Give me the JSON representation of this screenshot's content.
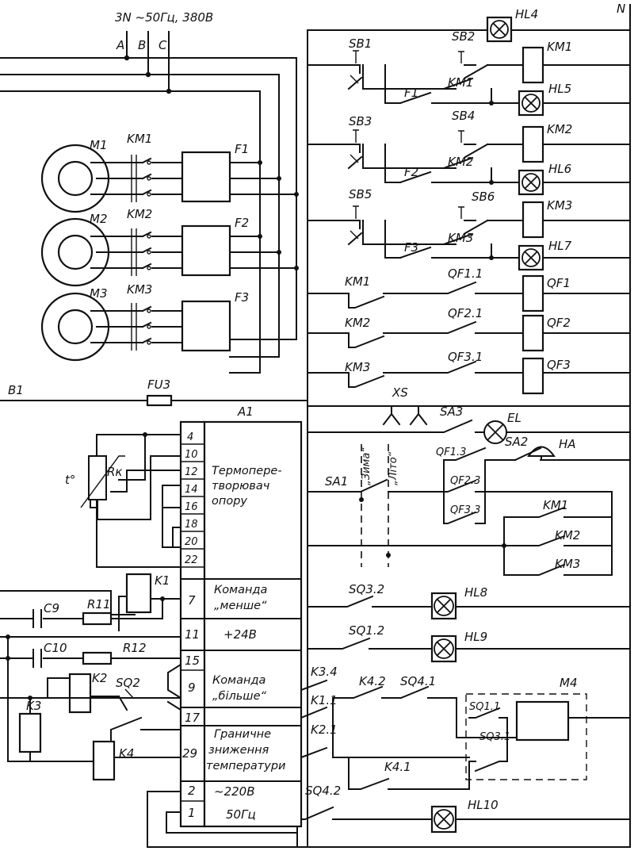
{
  "supply": {
    "spec": "3N ~50Гц, 380В",
    "phase_a": "A",
    "phase_b": "B",
    "phase_c": "C",
    "neutral": "N",
    "b1": "B1",
    "fuse": "FU3"
  },
  "motors": [
    {
      "name": "M1",
      "contactor": "KM1",
      "relay": "F1"
    },
    {
      "name": "M2",
      "contactor": "KM2",
      "relay": "F2"
    },
    {
      "name": "M3",
      "contactor": "KM3",
      "relay": "F3"
    }
  ],
  "control": {
    "hl4": "HL4",
    "rows": [
      {
        "start": "SB1",
        "stop": "SB2",
        "f": "F1",
        "km": "KM1",
        "coil": "KM1",
        "lamp": "HL5"
      },
      {
        "start": "SB3",
        "stop": "SB4",
        "f": "F2",
        "km": "KM2",
        "coil": "KM2",
        "lamp": "HL6"
      },
      {
        "start": "SB5",
        "stop": "SB6",
        "f": "F3",
        "km": "KM3",
        "coil": "KM3",
        "lamp": "HL7"
      }
    ],
    "qf_rows": [
      {
        "km": "KM1",
        "qf_contact": "QF1.1",
        "qf_coil": "QF1"
      },
      {
        "km": "KM2",
        "qf_contact": "QF2.1",
        "qf_coil": "QF2"
      },
      {
        "km": "KM3",
        "qf_contact": "QF3.1",
        "qf_coil": "QF3"
      }
    ],
    "xs": "XS",
    "sa3": "SA3",
    "el": "EL",
    "sa2": "SA2",
    "ha": "HA",
    "sa1": "SA1",
    "zyma": "„Зима“",
    "lito": "„Літо“",
    "qf13": "QF1.3",
    "qf23": "QF2.3",
    "qf33": "QF3.3",
    "km1b": "KM1",
    "km2b": "KM2",
    "km3b": "KM3",
    "sq32": "SQ3.2",
    "hl8": "HL8",
    "sq12": "SQ1.2",
    "hl9": "HL9",
    "k34": "K3.4",
    "k42": "K4.2",
    "sq41": "SQ4.1",
    "m4": "M4",
    "k11": "K1.1",
    "sq11": "SQ1.1",
    "sq31": "SQ3.1",
    "k21": "K2.1",
    "k41": "K4.1",
    "sq42": "SQ4.2",
    "hl10": "HL10"
  },
  "a1": {
    "name": "A1",
    "terminals": [
      "4",
      "10",
      "12",
      "14",
      "16",
      "18",
      "20",
      "22"
    ],
    "transducer": [
      "Термопере-",
      "творювач",
      "опору"
    ],
    "t7": "7",
    "cmd_less": [
      "Команда",
      "„менше“"
    ],
    "t11": "11",
    "v24": "+24В",
    "t15": "15",
    "t9": "9",
    "cmd_more": [
      "Команда",
      "„більше“"
    ],
    "t17": "17",
    "t29": "29",
    "limit": [
      "Граничне",
      "зниження",
      "температури"
    ],
    "t2": "2",
    "t1": "1",
    "v220": "~220В",
    "hz": "50Гц"
  },
  "left": {
    "rk": "Rк",
    "t": "t°",
    "k1": "K1",
    "c9": "C9",
    "r11": "R11",
    "c10": "C10",
    "r12": "R12",
    "k2": "K2",
    "sq2": "SQ2",
    "k3": "K3",
    "k4": "K4"
  }
}
